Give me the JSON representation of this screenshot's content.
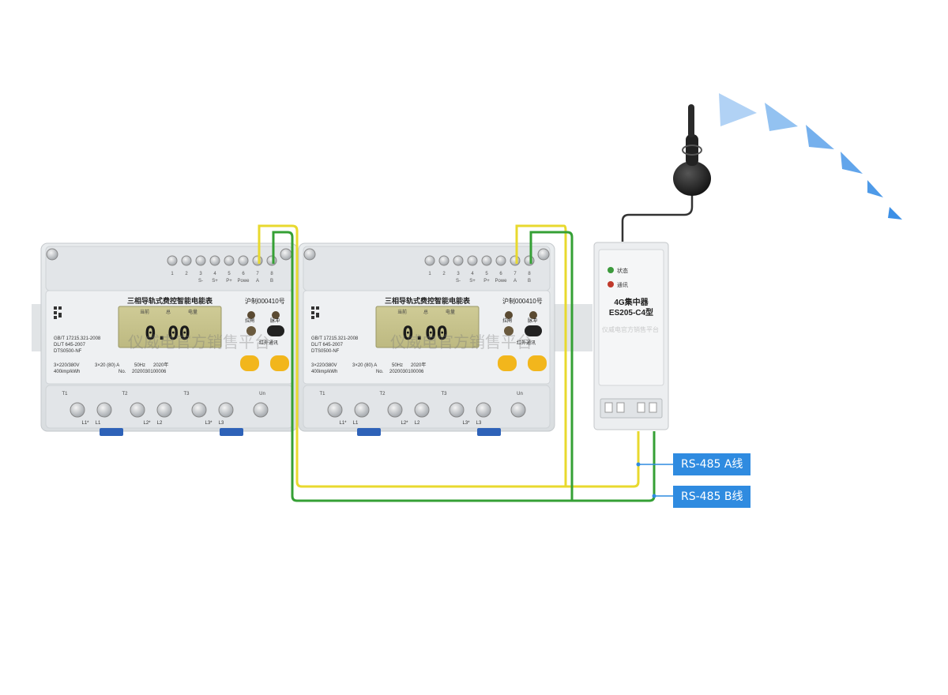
{
  "meters": [
    {
      "title": "三相导轨式费控智能电能表",
      "cert": "沪制000410号",
      "lcd_value": "0.00",
      "lcd_labels": [
        "当前",
        "总",
        "电量"
      ],
      "buttons": [
        "拉闸",
        "脉冲",
        "红外通讯"
      ],
      "std1": "GB/T 17215.321-2008",
      "std2": "DL/T 645-2007",
      "model": "DTS0500-NF",
      "rating1": "3×220/380V",
      "rating2": "3×20 (80) A",
      "freq": "50Hz",
      "year": "2020年",
      "imp": "400imp/kWh",
      "serial_label": "No.",
      "serial": "2020030100006",
      "terminals_top": [
        "1",
        "2",
        "3",
        "4",
        "5",
        "6",
        "7",
        "8"
      ],
      "terminals_top_labels": [
        "",
        "",
        "S-",
        "S+",
        "P+",
        "Powe",
        "A",
        "B"
      ],
      "terminals_bottom_labels": [
        "T1",
        "T2",
        "T3",
        "Un"
      ],
      "phase_labels": [
        "L1*",
        "L1",
        "L2*",
        "L2",
        "L3*",
        "L3"
      ]
    },
    {
      "title": "三相导轨式费控智能电能表",
      "cert": "沪制000410号",
      "lcd_value": "0.00",
      "lcd_labels": [
        "当前",
        "总",
        "电量"
      ],
      "buttons": [
        "拉闸",
        "脉冲",
        "红外通讯"
      ],
      "std1": "GB/T 17215.321-2008",
      "std2": "DL/T 645-2007",
      "model": "DTS0500-NF",
      "rating1": "3×220/380V",
      "rating2": "3×20 (80) A",
      "freq": "50Hz",
      "year": "2020年",
      "imp": "400imp/kWh",
      "serial_label": "No.",
      "serial": "2020030100006",
      "terminals_top": [
        "1",
        "2",
        "3",
        "4",
        "5",
        "6",
        "7",
        "8"
      ],
      "terminals_top_labels": [
        "",
        "",
        "S-",
        "S+",
        "P+",
        "Powe",
        "A",
        "B"
      ],
      "terminals_bottom_labels": [
        "T1",
        "T2",
        "T3",
        "Un"
      ],
      "phase_labels": [
        "L1*",
        "L1",
        "L2*",
        "L2",
        "L3*",
        "L3"
      ]
    }
  ],
  "concentrator": {
    "status_label": "状态",
    "comm_label": "通讯",
    "name_line1": "4G集中器",
    "name_line2": "ES205-C4型"
  },
  "watermark": "仪威电官方销售平台",
  "wires": {
    "a_label": "RS-485 A线",
    "b_label": "RS-485 B线",
    "a_color": "#e8d92e",
    "b_color": "#35a035"
  },
  "colors": {
    "label_bg": "#2f8be0",
    "signal_arrow": "#3b8fe6",
    "lcd": "#c8c48e",
    "button_yellow": "#f2b61c"
  }
}
